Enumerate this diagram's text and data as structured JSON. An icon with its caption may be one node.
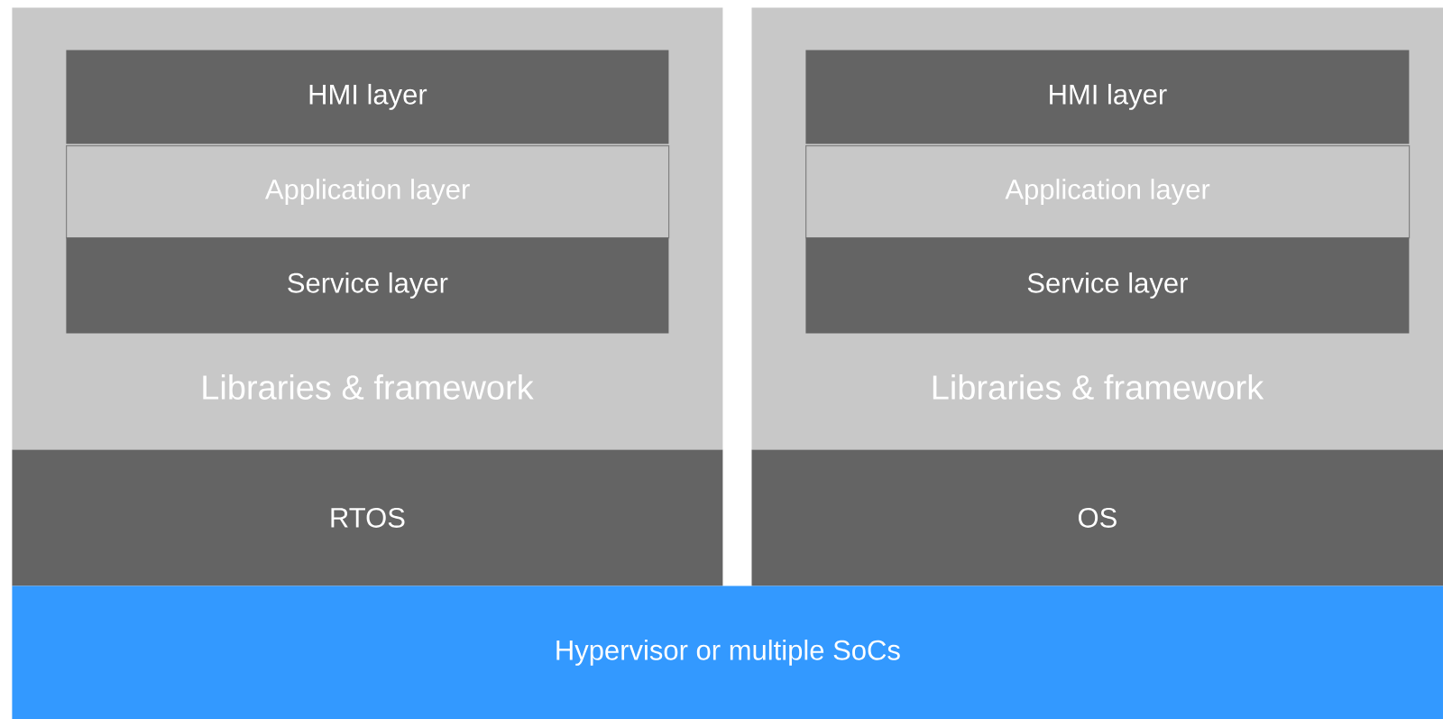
{
  "diagram": {
    "nodes": [
      {
        "text": [
          "Libraries & framework"
        ]
      },
      {
        "text": [
          "HMI layer"
        ],
        "in": 0
      },
      {
        "text": [
          "Application layer"
        ],
        "in": 0
      },
      {
        "text": [
          "Service layer"
        ],
        "in": 0
      },
      {
        "text": [
          "RTOS"
        ]
      },
      {
        "text": [
          "Libraries & framework"
        ]
      },
      {
        "text": [
          "HMI layer"
        ],
        "in": 5
      },
      {
        "text": [
          "Application layer"
        ],
        "in": 5
      },
      {
        "text": [
          "Service layer"
        ],
        "in": 5
      },
      {
        "text": [
          "OS"
        ]
      },
      {
        "text": [
          "Hypervisor or multiple SoCs"
        ]
      }
    ]
  }
}
